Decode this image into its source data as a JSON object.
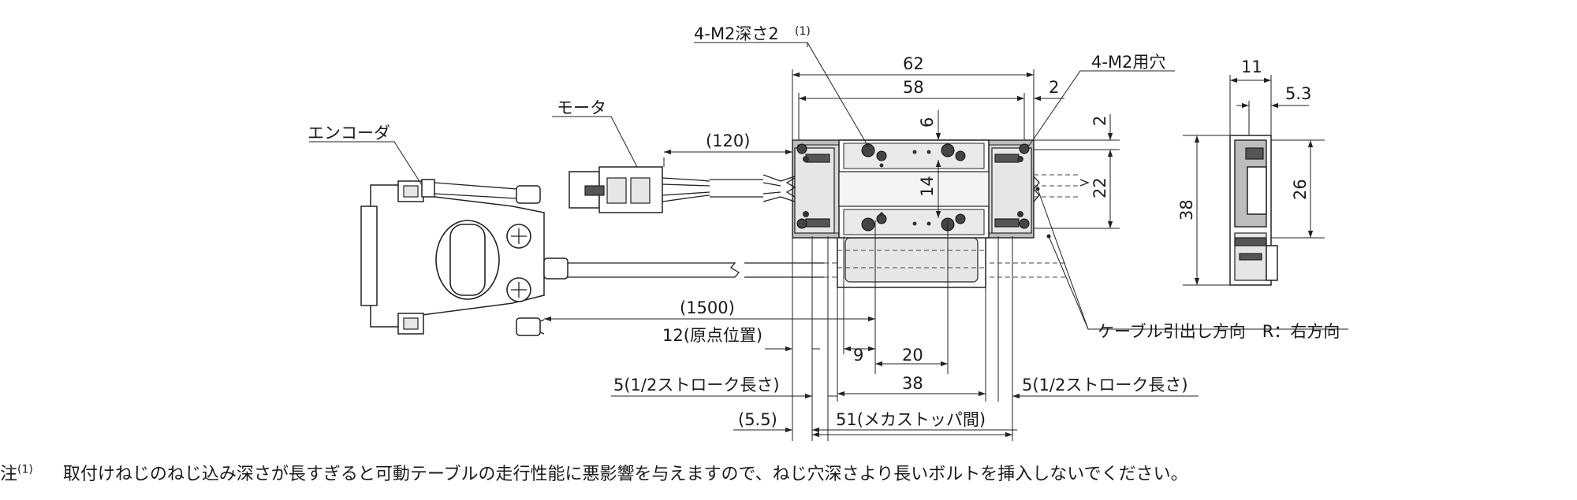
{
  "labels": {
    "encoder": "エンコーダ",
    "motor": "モータ",
    "tapped_holes": "4-M2深さ2",
    "tapped_holes_note": "(1)",
    "through_holes": "4-M2用穴",
    "cable_direction": "ケーブル引出し方向　R：右方向"
  },
  "dimensions": {
    "d62": "62",
    "d58": "58",
    "d2_top": "2",
    "d6": "6",
    "d14": "14",
    "d2_right": "2",
    "d22": "22",
    "d120": "(120)",
    "d1500": "(1500)",
    "origin": "12(原点位置)",
    "d9": "9",
    "d20": "20",
    "d38": "38",
    "half_stroke_left": "5(1/2ストローク長さ)",
    "half_stroke_right": "5(1/2ストローク長さ)",
    "d5_5": "(5.5)",
    "mech_stop": "51(メカストッパ間)",
    "side_11": "11",
    "side_5_3": "5.3",
    "side_38": "38",
    "side_26": "26"
  },
  "note": {
    "prefix": "注",
    "sup": "(1)",
    "text": "取付けねじのねじ込み深さが長すぎると可動テーブルの走行性能に悪影響を与えますので、ねじ穴深さより長いボルトを挿入しないでください。"
  }
}
